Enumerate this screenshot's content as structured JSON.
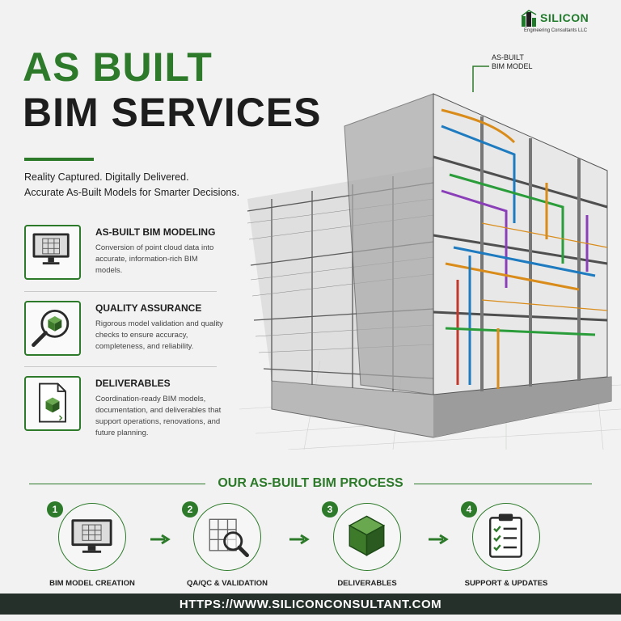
{
  "logo": {
    "name": "SILICON",
    "subtitle": "Engineering Consultants LLC"
  },
  "hero": {
    "title_line1": "AS BUILT",
    "title_line2": "BIM SERVICES",
    "tagline_line1": "Reality Captured. Digitally Delivered.",
    "tagline_line2": "Accurate As-Built Models for Smarter Decisions."
  },
  "callout": {
    "line1": "AS-BUILT",
    "line2": "BIM MODEL"
  },
  "services": [
    {
      "title": "AS-BUILT BIM MODELING",
      "description": "Conversion of point cloud data into accurate, information-rich BIM models.",
      "icon": "monitor-building-icon"
    },
    {
      "title": "QUALITY ASSURANCE",
      "description": "Rigorous model validation and quality checks to ensure accuracy, completeness, and reliability.",
      "icon": "magnifier-cube-icon"
    },
    {
      "title": "DELIVERABLES",
      "description": "Coordination-ready BIM models, documentation, and deliverables that support operations, renovations, and future planning.",
      "icon": "document-cube-icon"
    }
  ],
  "process": {
    "title": "OUR AS-BUILT BIM PROCESS",
    "steps": [
      {
        "number": "1",
        "label": "BIM MODEL CREATION",
        "icon": "monitor-model-icon"
      },
      {
        "number": "2",
        "label": "QA/QC & VALIDATION",
        "icon": "magnifier-frame-icon"
      },
      {
        "number": "3",
        "label": "DELIVERABLES",
        "icon": "cube-icon"
      },
      {
        "number": "4",
        "label": "SUPPORT & UPDATES",
        "icon": "clipboard-checklist-icon"
      }
    ]
  },
  "footer": {
    "url": "HTTPS://WWW.SILICONCONSULTANT.COM"
  },
  "colors": {
    "accent": "#2d7a2a",
    "footer_bg": "#25302a",
    "background": "#f1f2f1"
  }
}
